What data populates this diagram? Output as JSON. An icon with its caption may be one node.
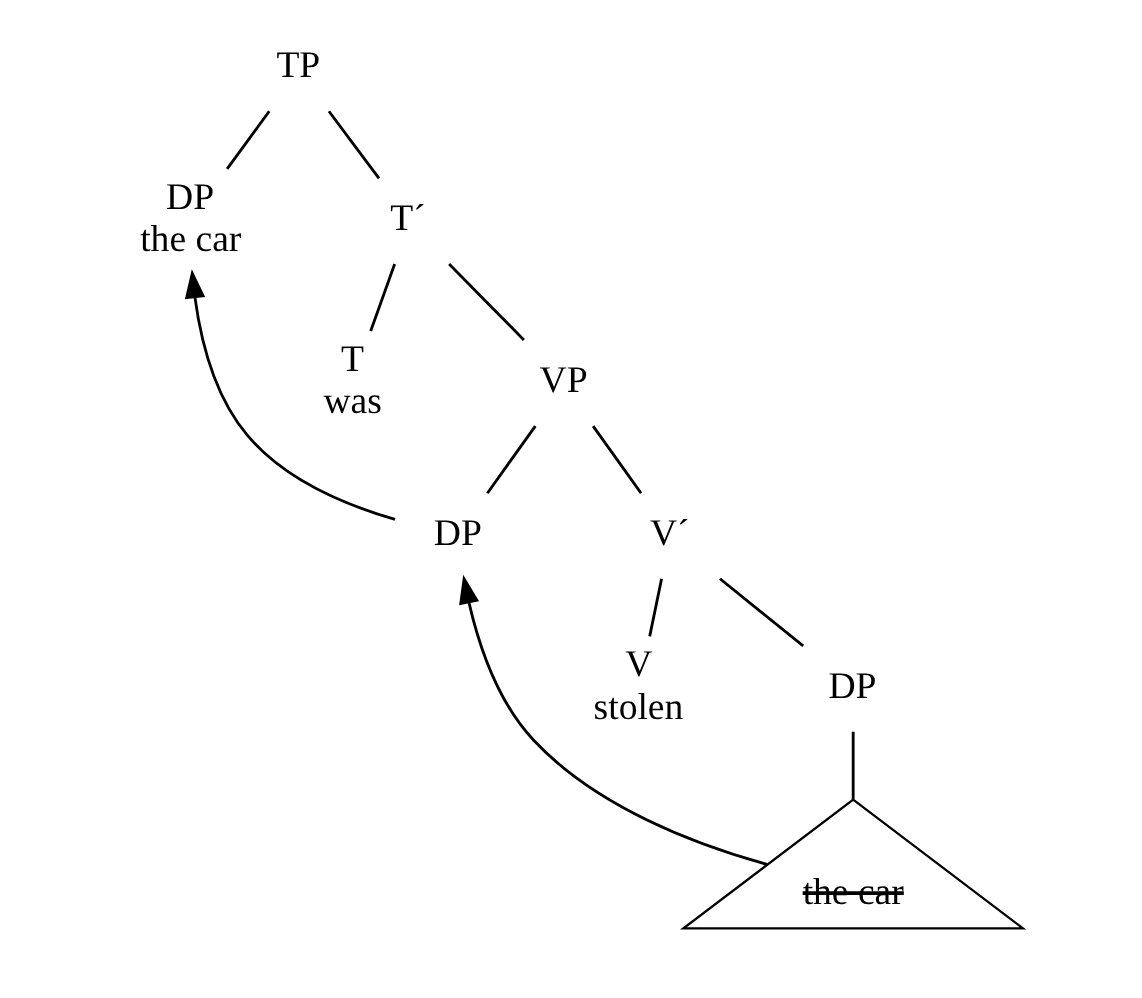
{
  "diagram": {
    "nodes": [
      {
        "text": [
          "TP"
        ]
      },
      {
        "text": [
          "DP",
          "the car"
        ]
      },
      {
        "text": [
          "T´"
        ]
      },
      {
        "text": [
          "T",
          "was"
        ]
      },
      {
        "text": [
          "VP"
        ]
      },
      {
        "text": [
          "DP"
        ]
      },
      {
        "text": [
          "V´"
        ]
      },
      {
        "text": [
          "V",
          "stolen"
        ]
      },
      {
        "text": [
          "DP"
        ]
      },
      {
        "text": [
          "the car"
        ]
      }
    ],
    "edges": [
      {
        "from": 0,
        "to": 1,
        "arrow": "none"
      },
      {
        "from": 0,
        "to": 2,
        "arrow": "none"
      },
      {
        "from": 2,
        "to": 3,
        "arrow": "none"
      },
      {
        "from": 2,
        "to": 4,
        "arrow": "none"
      },
      {
        "from": 4,
        "to": 5,
        "arrow": "none"
      },
      {
        "from": 4,
        "to": 6,
        "arrow": "none"
      },
      {
        "from": 6,
        "to": 7,
        "arrow": "none"
      },
      {
        "from": 6,
        "to": 8,
        "arrow": "none"
      },
      {
        "from": 8,
        "to": 9,
        "arrow": "none"
      },
      {
        "from": 9,
        "to": 5,
        "arrow": "to"
      },
      {
        "from": 5,
        "to": 1,
        "arrow": "to"
      }
    ]
  }
}
